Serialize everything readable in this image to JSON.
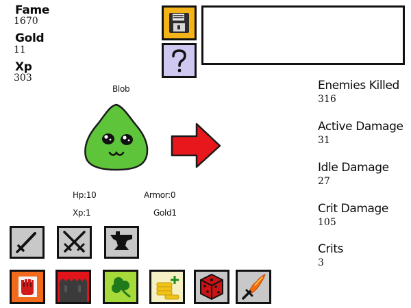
{
  "player": {
    "fame_label": "Fame",
    "fame_value": "1670",
    "gold_label": "Gold",
    "gold_value": "11",
    "xp_label": "Xp",
    "xp_value": "303"
  },
  "message_box": {
    "text": ""
  },
  "monster": {
    "name": "Blob",
    "hp": "Hp:10",
    "armor": "Armor:0",
    "xp": "Xp:1",
    "gold": "Gold1",
    "color": "#5ec43a"
  },
  "stats": {
    "enemies_killed_label": "Enemies Killed",
    "enemies_killed_value": "316",
    "active_damage_label": "Active Damage",
    "active_damage_value": "31",
    "idle_damage_label": "Idle Damage",
    "idle_damage_value": "27",
    "crit_damage_label": "Crit Damage",
    "crit_damage_value": "105",
    "crits_label": "Crits",
    "crits_value": "3"
  },
  "icons": {
    "save": "floppy-disk-icon",
    "help": "question-mark-icon",
    "next": "red-arrow-icon",
    "row1": [
      "sword-icon",
      "crossed-swords-icon",
      "anvil-icon"
    ],
    "row2": [
      "fist-icon",
      "castle-icon",
      "clover-icon",
      "gold-coins-icon",
      "dice-icon",
      "flaming-sword-icon"
    ]
  },
  "colors": {
    "save_bg": "#f5b31a",
    "help_bg": "#cfc8f0",
    "grey_bg": "#c8c8c8",
    "fist_bg": "#f26a1b",
    "castle_bg": "#e0141a",
    "clover_bg": "#a6d93a",
    "coins_bg": "#f6f1c5",
    "dice_bg": "#c8c8c8",
    "flame_bg": "#c8c8c8",
    "arrow": "#e8171b"
  }
}
